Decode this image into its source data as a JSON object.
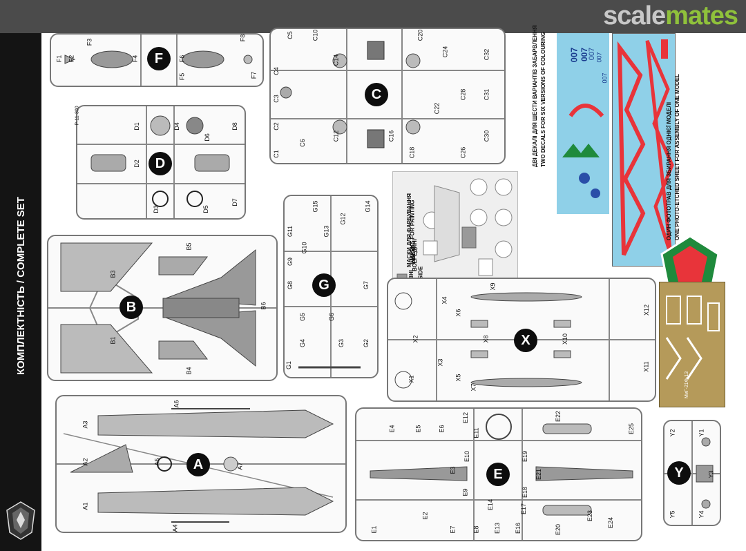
{
  "header": {
    "brand_part1": "scale",
    "brand_part2": "mates"
  },
  "sidebar": {
    "title": "КОМПЛЕКТНІСТЬ / COMPLETE SET",
    "logo_icon": "kit-logo-icon"
  },
  "sprues": {
    "F": {
      "letter": "F",
      "parts": [
        "F1",
        "F2",
        "F3",
        "F4",
        "F5",
        "F6",
        "F7",
        "F8"
      ]
    },
    "D": {
      "letter": "D",
      "parts": [
        "D1",
        "D2",
        "D3",
        "D4",
        "D5",
        "D6",
        "D7",
        "D8"
      ]
    },
    "C": {
      "letter": "C",
      "parts": [
        "C1",
        "C2",
        "C3",
        "C4",
        "C5",
        "C6",
        "C10",
        "C12",
        "C14",
        "C16",
        "C18",
        "C20",
        "C22",
        "C24",
        "C26",
        "C28",
        "C30",
        "C31",
        "C32"
      ]
    },
    "G": {
      "letter": "G",
      "parts": [
        "G1",
        "G2",
        "G3",
        "G4",
        "G5",
        "G6",
        "G7",
        "G8",
        "G9",
        "G10",
        "G11",
        "G12",
        "G13",
        "G14",
        "G15"
      ]
    },
    "B": {
      "letter": "B",
      "parts": [
        "B1",
        "B3",
        "B4",
        "B5",
        "B6"
      ]
    },
    "X": {
      "letter": "X",
      "parts": [
        "X1",
        "X2",
        "X3",
        "X4",
        "X5",
        "X6",
        "X7",
        "X8",
        "X9",
        "X10",
        "X11",
        "X12"
      ]
    },
    "A": {
      "letter": "A",
      "parts": [
        "A1",
        "A2",
        "A3",
        "A4",
        "A5",
        "A6",
        "A7"
      ]
    },
    "E": {
      "letter": "E",
      "parts": [
        "E1",
        "E2",
        "E3",
        "E4",
        "E5",
        "E6",
        "E7",
        "E8",
        "E9",
        "E10",
        "E11",
        "E12",
        "E13",
        "E14",
        "E16",
        "E17",
        "E18",
        "E19",
        "E20",
        "E21",
        "E22",
        "E23",
        "E24",
        "E25"
      ]
    },
    "Y": {
      "letter": "Y",
      "parts": [
        "Y1",
        "Y2",
        "Y3",
        "Y4",
        "Y5"
      ]
    }
  },
  "sprue_d_marking": "P-11-300",
  "masks": {
    "title_ua": "МАСКИ ДЛЯ ФАРБУВАННЯ",
    "title_en": "MASKS FOR PAINTING",
    "outside_ua": "ЗОВНІ",
    "outside_en": "OUTSIDE",
    "inside_ua": "ВСЕРЕДИНІ",
    "inside_en": "INSIDE"
  },
  "decals": {
    "caption_ua": "ДВІ ДЕКАЛІ ДЛЯ ШЕСТИ ВАРІАНТІВ ЗАБАРВЛЕННЯ",
    "caption_en": "TWO DECALS FOR SIX VERSIONS OF COLOURING",
    "serials": [
      "007",
      "007",
      "007",
      "007",
      "007"
    ],
    "colors": {
      "decal_bg": "#8fd0e8",
      "decal_red": "#e8343a",
      "decal_blue": "#2a4ea8",
      "decal_green": "#1f8a3c"
    }
  },
  "photoetch": {
    "caption_ua": "ОДИН ФОТОТРАВ ДЛЯ ЗБИРАННЯ ОДНІЄЇ МОДЕЛІ",
    "caption_en": "ONE PHOTO-ETCHED SHEET FOR ASSEMBLY OF ONE MODEL",
    "code": "МиГ-21Ф-13",
    "color": "#b59a5a"
  }
}
